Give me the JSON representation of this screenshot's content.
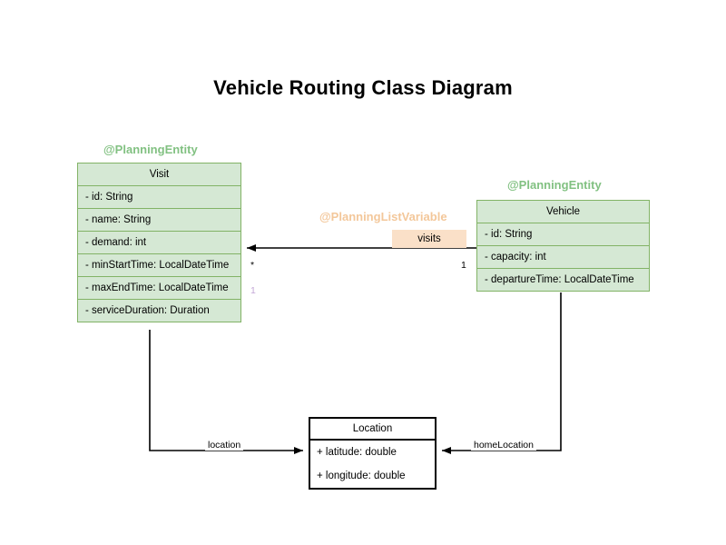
{
  "diagram": {
    "title": "Vehicle Routing Class Diagram",
    "type": "uml-class-diagram"
  },
  "colors": {
    "class_fill_green": "#d5e8d4",
    "class_border_green": "#82b366",
    "stereotype_green": "#82c182",
    "stereotype_peach": "#f3c79a",
    "assoc_label_fill": "#fae0c8",
    "multiplicity_muted": "#c4a8d8",
    "plain_border": "#000000",
    "plain_fill": "#ffffff",
    "background": "#ffffff"
  },
  "classes": {
    "visit": {
      "stereotype": "@PlanningEntity",
      "name": "Visit",
      "attributes": [
        "- id: String",
        "- name: String",
        "- demand: int",
        "- minStartTime: LocalDateTime",
        "- maxEndTime: LocalDateTime",
        "- serviceDuration: Duration"
      ]
    },
    "vehicle": {
      "stereotype": "@PlanningEntity",
      "name": "Vehicle",
      "attributes": [
        "- id: String",
        "- capacity: int",
        "- departureTime: LocalDateTime"
      ]
    },
    "location": {
      "stereotype": "",
      "name": "Location",
      "attributes": [
        "+ latitude: double",
        "+ longitude: double"
      ]
    }
  },
  "associations": {
    "visits": {
      "stereotype": "@PlanningListVariable",
      "label": "visits",
      "source": "Vehicle",
      "target": "Visit",
      "source_multiplicity": "1",
      "target_multiplicity": "*",
      "target_multiplicity_secondary": "1"
    },
    "location": {
      "label": "location",
      "source": "Visit",
      "target": "Location"
    },
    "home_location": {
      "label": "homeLocation",
      "source": "Vehicle",
      "target": "Location"
    }
  }
}
